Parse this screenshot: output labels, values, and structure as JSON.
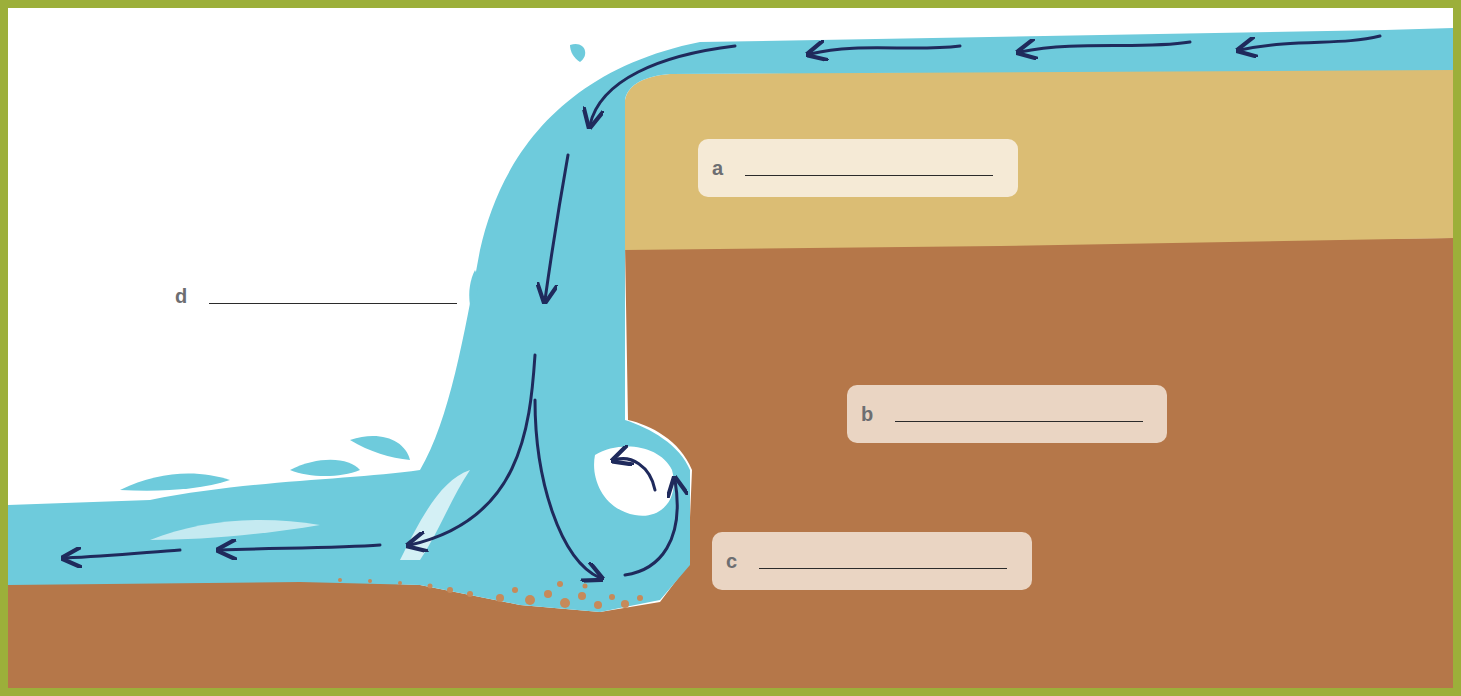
{
  "diagram": {
    "nodes": [
      {
        "text": [
          "a"
        ]
      },
      {
        "text": [
          "b"
        ]
      },
      {
        "text": [
          "c"
        ]
      }
    ],
    "labels": [
      "d"
    ]
  }
}
